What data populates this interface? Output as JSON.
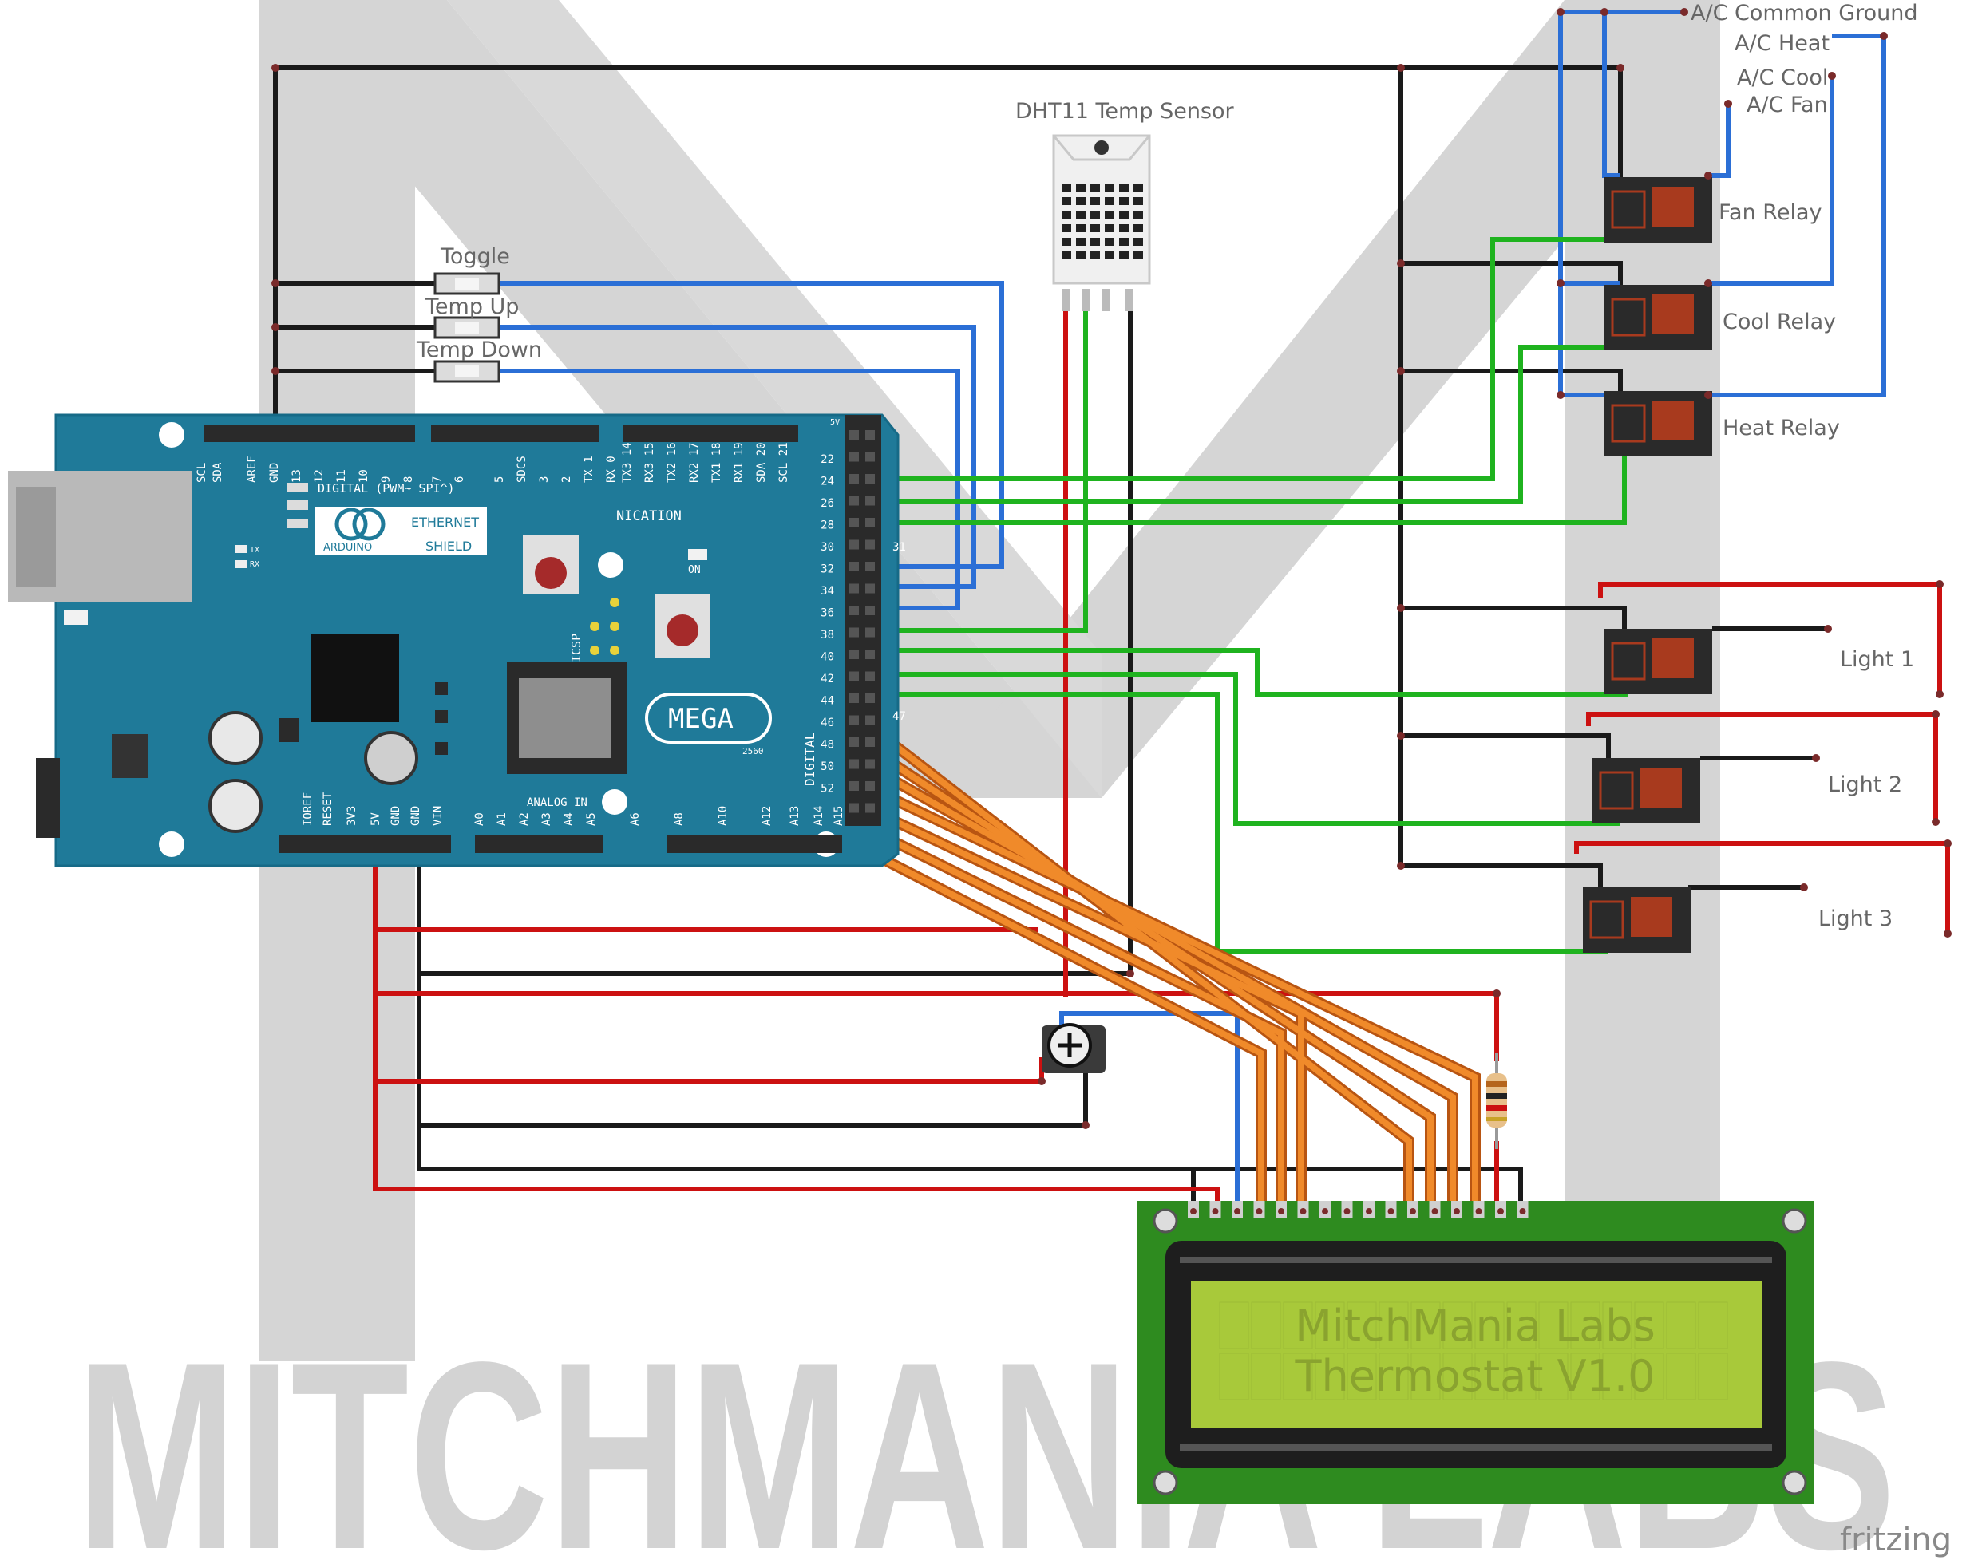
{
  "watermark": {
    "text": "MITCHMANIA LABS",
    "color": "#d3d3d3"
  },
  "labels": {
    "toggle": "Toggle",
    "temp_up": "Temp Up",
    "temp_down": "Temp Down",
    "dht11": "DHT11 Temp Sensor",
    "ac_common_ground": "A/C Common Ground",
    "ac_heat": "A/C Heat",
    "ac_cool": "A/C Cool",
    "ac_fan": "A/C Fan",
    "fan_relay": "Fan Relay",
    "cool_relay": "Cool Relay",
    "heat_relay": "Heat Relay",
    "light1": "Light 1",
    "light2": "Light 2",
    "light3": "Light 3"
  },
  "lcd": {
    "line1": "MitchMania Labs",
    "line2": "Thermostat V1.0"
  },
  "board": {
    "ethernet": "ETHERNET",
    "shield": "SHIELD",
    "arduino": "ARDUINO",
    "mega": "MEGA",
    "model": "2560",
    "digital_pwm": "DIGITAL (PWM~ SPI^)",
    "communication": "NICATION",
    "digital": "DIGITAL",
    "analog_in": "ANALOG IN",
    "icsp": "ICSP",
    "on": "ON",
    "tx": "TX",
    "rx": "RX",
    "five_v": "5V",
    "top_pins": [
      "SCL",
      "SDA",
      "AREF",
      "GND",
      "13",
      "12",
      "11",
      "10",
      "9",
      "8",
      "7",
      "6",
      "5",
      "SDCS",
      "3",
      "2",
      "TX 1",
      "RX 0",
      "TX3 14",
      "RX3 15",
      "TX2 16",
      "RX2 17",
      "TX1 18",
      "RX1 19",
      "SDA 20",
      "SCL 21"
    ],
    "header_left": [
      "22",
      "24",
      "26",
      "28",
      "30",
      "32",
      "34",
      "36",
      "38",
      "40",
      "42",
      "44",
      "46",
      "48",
      "50",
      "52"
    ],
    "header_right": [
      "31",
      "47"
    ],
    "bottom_pins": [
      "IOREF",
      "RESET",
      "3V3",
      "5V",
      "GND",
      "GND",
      "VIN",
      "A0",
      "A1",
      "A2",
      "A3",
      "A4",
      "A5",
      "A6",
      "A8",
      "A10",
      "A12",
      "A13",
      "A14",
      "A15"
    ]
  },
  "credit": "fritzing",
  "colors": {
    "board": "#1f7a99",
    "wire_black": "#1a1a1a",
    "wire_red": "#cc1111",
    "wire_blue": "#2b6fd6",
    "wire_green": "#1fb31f",
    "wire_orange": "#e0701a",
    "lcd_pcb": "#2e8b1f",
    "lcd_screen": "#a8c93a",
    "relay": "#2a2a2a"
  }
}
